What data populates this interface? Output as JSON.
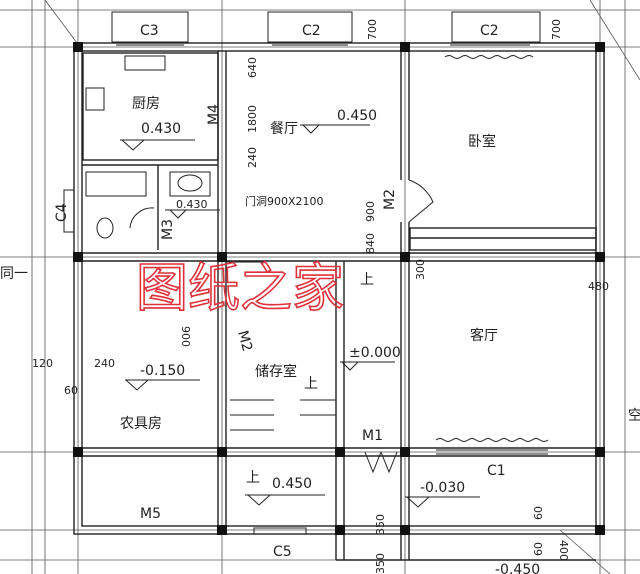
{
  "rooms": {
    "kitchen": "厨房",
    "dining": "餐厅",
    "bedroom": "卧室",
    "living": "客厅",
    "storage": "储存室",
    "tool_room": "农具房"
  },
  "levels": {
    "kitchen": "0.430",
    "bath": "0.430",
    "dining": "0.450",
    "tool_room": "-0.150",
    "hall": "±0.000",
    "porch": "0.450",
    "front": "-0.030",
    "bottom": "-0.450"
  },
  "windows": {
    "c3": "C3",
    "c2a": "C2",
    "c2b": "C2",
    "c4": "C4",
    "c1": "C1",
    "c5": "C5"
  },
  "doors": {
    "m1": "M1",
    "m2a": "M2",
    "m2b": "M2",
    "m3": "M3",
    "m4": "M4",
    "m5": "M5"
  },
  "dimensions": {
    "d700a": "700",
    "d700b": "700",
    "d640": "640",
    "d1800": "1800",
    "d240a": "240",
    "d900a": "900",
    "d840": "840",
    "d900b": "900",
    "d120": "120",
    "d240b": "240",
    "d60a": "60",
    "d480": "480",
    "d300": "300",
    "d350a": "350",
    "d350b": "350",
    "d60b": "60",
    "d400": "400",
    "d60c": "60"
  },
  "notes": {
    "door_opening": "门洞900X2100",
    "up1": "上",
    "up2": "上",
    "up3": "上",
    "side_left": "同一",
    "side_right": "空"
  },
  "watermark": "图纸之家",
  "colors": {
    "lines": "#222222",
    "watermark": "#e0303a"
  }
}
